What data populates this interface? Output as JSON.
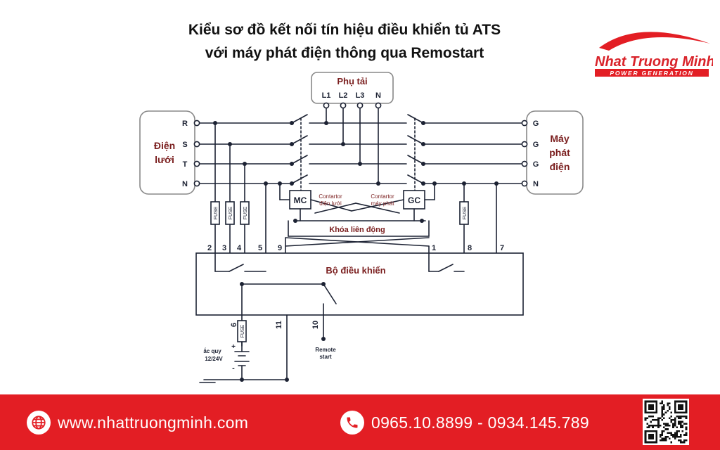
{
  "title": {
    "line1": "Kiểu sơ đồ kết nối tín hiệu điều khiển tủ ATS",
    "line2": "với máy phát điện thông qua Remostart"
  },
  "logo": {
    "name": "Nhat Truong Minh",
    "tagline": "Power generation",
    "color": "#d9232a",
    "swoosh_icon": "red-arc-swoosh"
  },
  "diagram": {
    "load_box": "Phụ tải",
    "load_phases": [
      "L1",
      "L2",
      "L3",
      "N"
    ],
    "grid_label_1": "Điện",
    "grid_label_2": "lưới",
    "grid_phases": [
      "R",
      "S",
      "T",
      "N"
    ],
    "gen_label_1": "Máy",
    "gen_label_2": "phát",
    "gen_label_3": "điện",
    "gen_phases": [
      "G",
      "G",
      "G",
      "N"
    ],
    "mc": "MC",
    "gc": "GC",
    "mc_caption_1": "Contartor",
    "mc_caption_2": "điện lưới",
    "gc_caption_1": "Contartor",
    "gc_caption_2": "máy phát",
    "interlock": "Khóa liên động",
    "fuse": "FUSE",
    "controller": "Bộ điều khiển",
    "terminals": [
      "2",
      "3",
      "4",
      "5",
      "9",
      "1",
      "8",
      "7"
    ],
    "bottom_terminals": [
      "6",
      "11",
      "10"
    ],
    "remote_1": "Remote",
    "remote_2": "start",
    "battery_1": "ắc quy",
    "battery_2": "12/24V",
    "plus": "+",
    "minus": "-",
    "line_color": "#1c2233",
    "label_color": "#7a1e1e"
  },
  "footer": {
    "website": "www.nhattruongminh.com",
    "phones": "0965.10.8899 - 0934.145.789",
    "globe_icon": "globe-icon",
    "phone_icon": "phone-icon",
    "qr_icon": "qr-code-icon",
    "bg_color": "#e31e24"
  }
}
